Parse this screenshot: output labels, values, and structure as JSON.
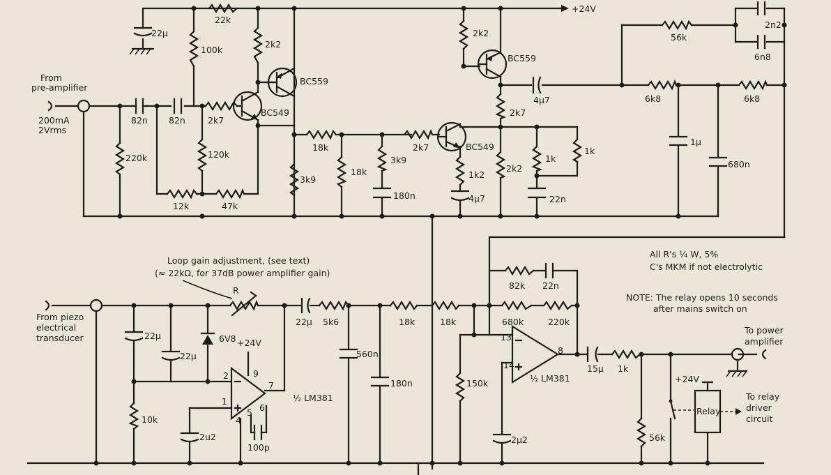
{
  "components": {
    "c_22u_top": "22µ",
    "r_22k_top": "22k",
    "r_100k": "100k",
    "r_2k2_a": "2k2",
    "q_bc559_a": "BC559",
    "q_bc549_a": "BC549",
    "r_2k7_a": "2k7",
    "c_82n_a": "82n",
    "c_82n_b": "82n",
    "r_220k": "220k",
    "r_120k": "120k",
    "r_12k": "12k",
    "r_47k": "47k",
    "r_3k9_a": "3k9",
    "r_18k_a": "18k",
    "r_18k_b": "18k",
    "r_3k9_b": "3k9",
    "c_180n_a": "180n",
    "r_2k7_b": "2k7",
    "q_bc549_b": "BC549",
    "r_1k2": "1k2",
    "c_4u7_a": "4µ7",
    "r_2k2_b": "2k2",
    "r_2k2_c": "2k2",
    "q_bc559_b": "BC559",
    "c_4u7_b": "4µ7",
    "r_2k7_c": "2k7",
    "r_1k_a": "1k",
    "r_1k_b": "1k",
    "c_22n_a": "22n",
    "r_56k_top": "56k",
    "c_2n2": "2n2",
    "c_6n8": "6n8",
    "r_6k8_a": "6k8",
    "r_6k8_b": "6k8",
    "c_1u": "1µ",
    "c_680n": "680n",
    "supply_top": "+24V",
    "c_22u_b": "22µ",
    "c_22u_c": "22µ",
    "c_22u_d": "22µ",
    "z_6v8": "6V8",
    "r_10k": "10k",
    "c_2u2_a": "2u2",
    "c_100p": "100p",
    "r_var": "R",
    "r_5k6": "5k6",
    "c_560n": "560n",
    "c_180n_b": "180n",
    "r_18k_c": "18k",
    "r_18k_d": "18k",
    "r_150k": "150k",
    "c_2u2_b": "2µ2",
    "r_82k": "82k",
    "c_22n_b": "22n",
    "r_680k": "680k",
    "r_220k_b": "220k",
    "c_15u": "15µ",
    "r_1k_c": "1k",
    "r_56k_b": "56k",
    "supply_mid": "+24V",
    "supply_relay": "+24V",
    "ic_a": "½ LM381",
    "ic_b": "½ LM381",
    "pin_2": "2",
    "pin_1": "1",
    "pin_9": "9",
    "pin_7": "7",
    "pin_4": "4",
    "pin_5": "5",
    "pin_6": "6",
    "pin_13": "13",
    "pin_14": "14",
    "pin_8": "8",
    "relay": "Relay"
  },
  "labels": {
    "from_preamp_1": "From",
    "from_preamp_2": "pre-amplifier",
    "input_level_1": "200mA",
    "input_level_2": "2Vrms",
    "from_piezo_1": "From piezo",
    "from_piezo_2": "electrical",
    "from_piezo_3": "transducer",
    "loop_gain_1": "Loop gain adjustment, (see text)",
    "loop_gain_2": "(≈ 22kΩ, for 37dB power amplifier gain)",
    "spec_1": "All R's ¼ W, 5%",
    "spec_2": "C's MKM if not electrolytic",
    "note_1": "NOTE: The relay opens 10 seconds",
    "note_2": "after mains switch on",
    "to_power_1": "To power",
    "to_power_2": "amplifier",
    "to_relay_1": "To relay",
    "to_relay_2": "driver",
    "to_relay_3": "circuit"
  }
}
